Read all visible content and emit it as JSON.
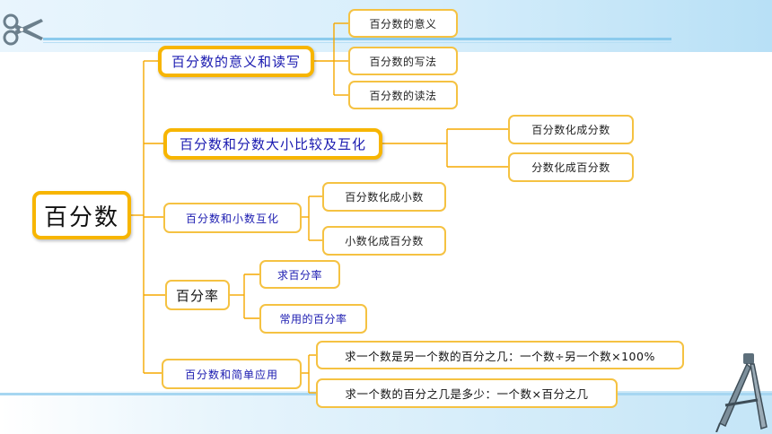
{
  "mindmap": {
    "root": "百分数",
    "branches": [
      {
        "label": "百分数的意义和读写",
        "children": [
          "百分数的意义",
          "百分数的写法",
          "百分数的读法"
        ]
      },
      {
        "label": "百分数和分数大小比较及互化",
        "children": [
          "百分数化成分数",
          "分数化成百分数"
        ]
      },
      {
        "label": "百分数和小数互化",
        "children": [
          "百分数化成小数",
          "小数化成百分数"
        ]
      },
      {
        "label": "百分率",
        "children": [
          "求百分率",
          "常用的百分率"
        ]
      },
      {
        "label": "百分数和简单应用",
        "children": [
          "求一个数是另一个数的百分之几：一个数÷另一个数×100%",
          "求一个数的百分之几是多少：一个数×百分之几"
        ]
      }
    ]
  },
  "colors": {
    "border": "#f5c242",
    "connector": "#f5a800",
    "branch_text": "#1a1ab0",
    "banner": "#bfe3f7"
  },
  "icons": [
    "scissors-icon",
    "drawing-compass-icon"
  ]
}
